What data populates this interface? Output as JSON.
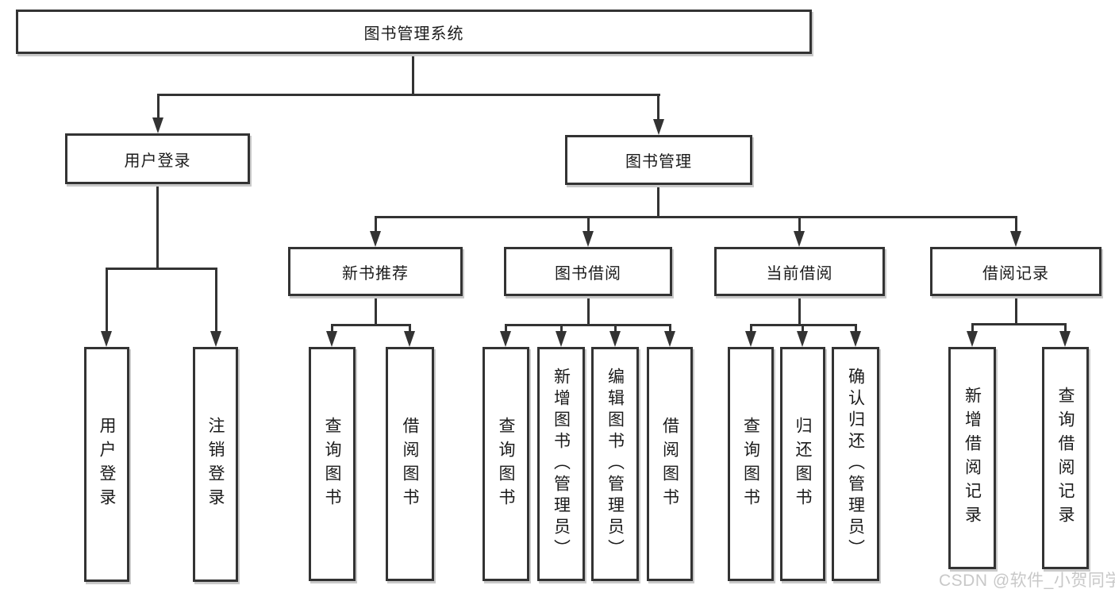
{
  "diagram": {
    "root": {
      "label": "图书管理系统"
    },
    "level2": [
      {
        "label": "用户登录"
      },
      {
        "label": "图书管理"
      }
    ],
    "level3": [
      {
        "parent": "图书管理",
        "label": "新书推荐"
      },
      {
        "parent": "图书管理",
        "label": "图书借阅"
      },
      {
        "parent": "图书管理",
        "label": "当前借阅"
      },
      {
        "parent": "图书管理",
        "label": "借阅记录"
      }
    ],
    "leaves": [
      {
        "parent": "用户登录",
        "label": "用户登录"
      },
      {
        "parent": "用户登录",
        "label": "注销登录"
      },
      {
        "parent": "新书推荐",
        "label": "查询图书"
      },
      {
        "parent": "新书推荐",
        "label": "借阅图书"
      },
      {
        "parent": "图书借阅",
        "label": "查询图书"
      },
      {
        "parent": "图书借阅",
        "label": "新增图书（管理员）"
      },
      {
        "parent": "图书借阅",
        "label": "编辑图书（管理员）"
      },
      {
        "parent": "图书借阅",
        "label": "借阅图书"
      },
      {
        "parent": "当前借阅",
        "label": "查询图书"
      },
      {
        "parent": "当前借阅",
        "label": "归还图书"
      },
      {
        "parent": "当前借阅",
        "label": "确认归还（管理员）"
      },
      {
        "parent": "借阅记录",
        "label": "新增借阅记录"
      },
      {
        "parent": "借阅记录",
        "label": "查询借阅记录"
      }
    ],
    "colors": {
      "line": "#333333",
      "box_background": "#ffffff",
      "text": "#1b1b1b"
    }
  },
  "watermark": {
    "text": "CSDN @软件_小贺同学",
    "color": "#c8c8c8"
  }
}
